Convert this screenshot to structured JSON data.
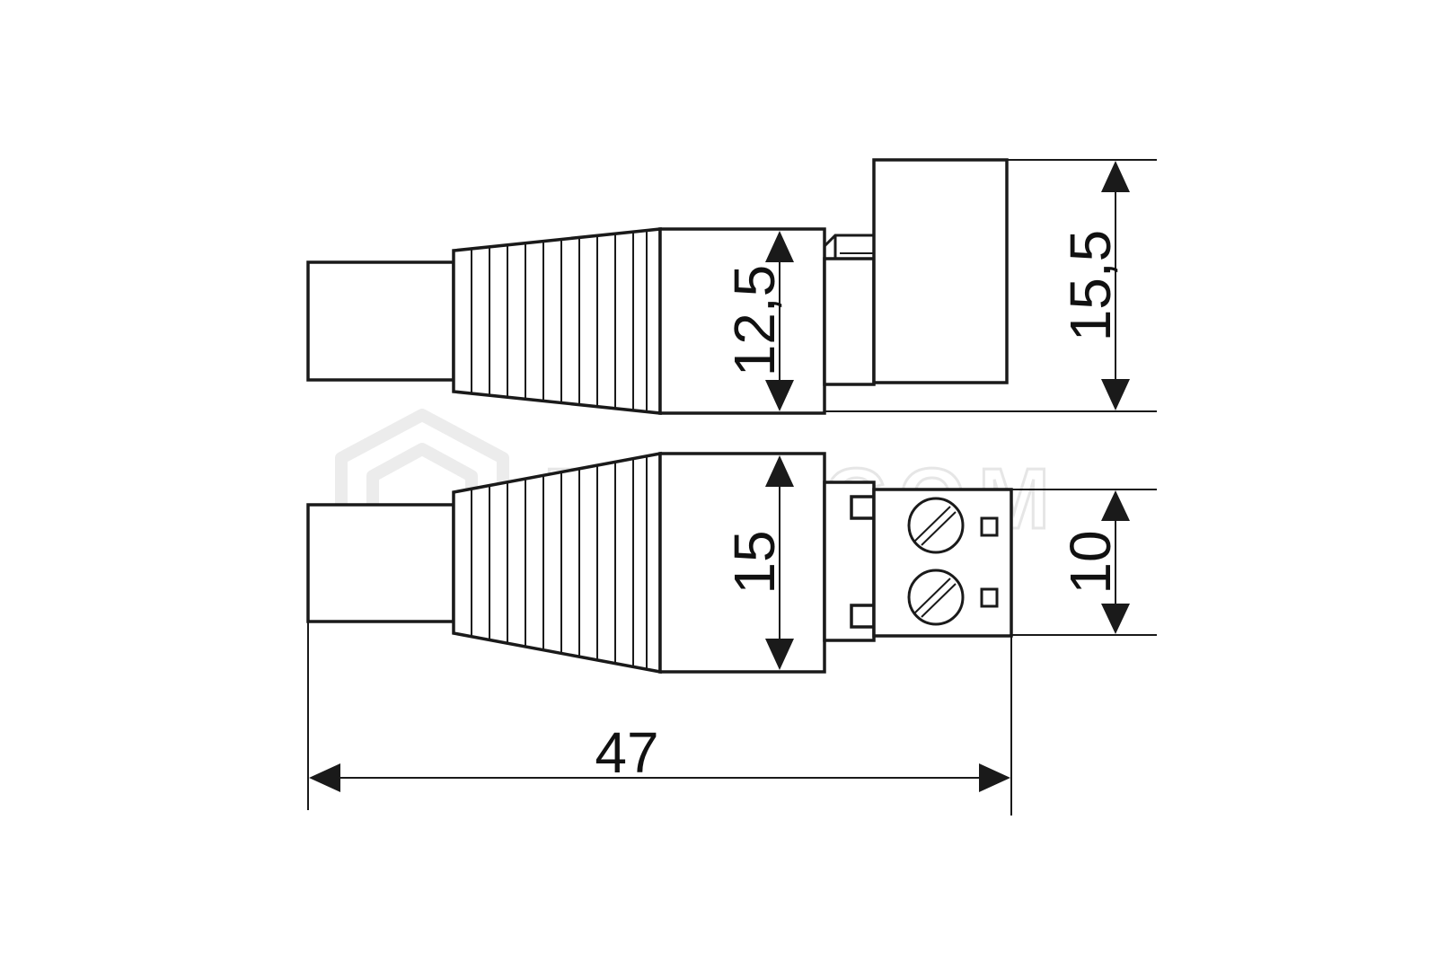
{
  "watermark": {
    "text": "PLUSCOM",
    "icon": "hexagon-logo-icon"
  },
  "dimensions": {
    "top_body_height": "12,5",
    "top_head_height": "15,5",
    "bottom_body_height": "15",
    "bottom_terminal_height": "10",
    "overall_length": "47"
  },
  "colors": {
    "line": "#1a1a1a",
    "watermark": "#e6e6e6",
    "background": "#ffffff"
  }
}
